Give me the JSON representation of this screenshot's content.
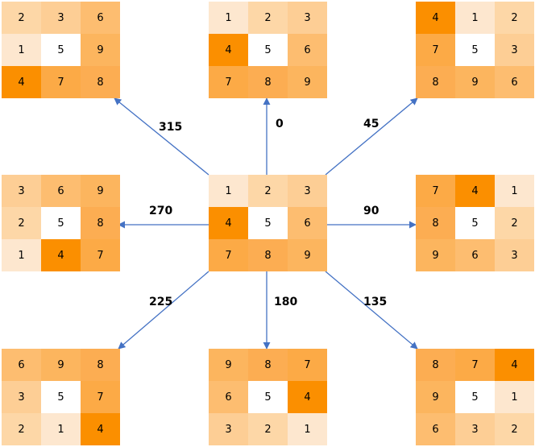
{
  "colors": {
    "arrow": "#4472C4",
    "value_colors": {
      "1": "#FDE7CF",
      "2": "#FDD7A7",
      "3": "#FDCE95",
      "4": "#FB8F00",
      "5": "#FFFFFF",
      "6": "#FDBD70",
      "7": "#FCAA46",
      "8": "#FCAD52",
      "9": "#FCB55E"
    }
  },
  "center": {
    "cells": [
      [
        "1",
        "2",
        "3"
      ],
      [
        "4",
        "5",
        "6"
      ],
      [
        "7",
        "8",
        "9"
      ]
    ]
  },
  "rotations": [
    {
      "angle": "0",
      "cells": [
        [
          "1",
          "2",
          "3"
        ],
        [
          "4",
          "5",
          "6"
        ],
        [
          "7",
          "8",
          "9"
        ]
      ]
    },
    {
      "angle": "45",
      "cells": [
        [
          "4",
          "1",
          "2"
        ],
        [
          "7",
          "5",
          "3"
        ],
        [
          "8",
          "9",
          "6"
        ]
      ]
    },
    {
      "angle": "90",
      "cells": [
        [
          "7",
          "4",
          "1"
        ],
        [
          "8",
          "5",
          "2"
        ],
        [
          "9",
          "6",
          "3"
        ]
      ]
    },
    {
      "angle": "135",
      "cells": [
        [
          "8",
          "7",
          "4"
        ],
        [
          "9",
          "5",
          "1"
        ],
        [
          "6",
          "3",
          "2"
        ]
      ]
    },
    {
      "angle": "180",
      "cells": [
        [
          "9",
          "8",
          "7"
        ],
        [
          "6",
          "5",
          "4"
        ],
        [
          "3",
          "2",
          "1"
        ]
      ]
    },
    {
      "angle": "225",
      "cells": [
        [
          "6",
          "9",
          "8"
        ],
        [
          "3",
          "5",
          "7"
        ],
        [
          "2",
          "1",
          "4"
        ]
      ]
    },
    {
      "angle": "270",
      "cells": [
        [
          "3",
          "6",
          "9"
        ],
        [
          "2",
          "5",
          "8"
        ],
        [
          "1",
          "4",
          "7"
        ]
      ]
    },
    {
      "angle": "315",
      "cells": [
        [
          "2",
          "3",
          "6"
        ],
        [
          "1",
          "5",
          "9"
        ],
        [
          "4",
          "7",
          "8"
        ]
      ]
    }
  ]
}
